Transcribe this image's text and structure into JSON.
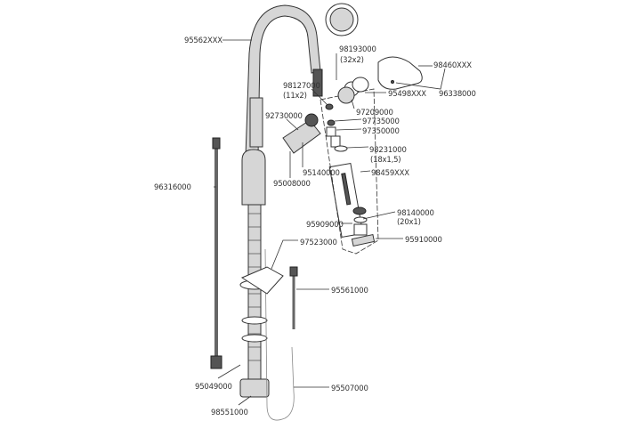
{
  "diagram": {
    "title": "Exploded parts view of a pull-out kitchen faucet",
    "labels": {
      "spout": "95562XXX",
      "oring_32": "98193000",
      "oring_32_size": "(32x2)",
      "handle": "98460XXX",
      "oring_11": "98127000",
      "oring_11_size": "(11x2)",
      "cover": "95498XXX",
      "screw_handle": "96338000",
      "cartridge": "92730000",
      "part_97209000": "97209000",
      "part_97735000": "97735000",
      "part_97350000": "97350000",
      "oring_18": "98231000",
      "oring_18_size": "(18x1,5)",
      "screw": "95140000",
      "spray_head": "98459XXX",
      "part_95008000": "95008000",
      "supply_hose_left": "96316000",
      "oring_20": "98140000",
      "oring_20_size": "(20x1)",
      "aerator_set": "95909000",
      "spray_face": "95910000",
      "weight": "97523000",
      "supply_hose_right": "95561000",
      "mount_set": "95049000",
      "pullout_hose": "95507000",
      "part_98551000": "98551000"
    }
  }
}
